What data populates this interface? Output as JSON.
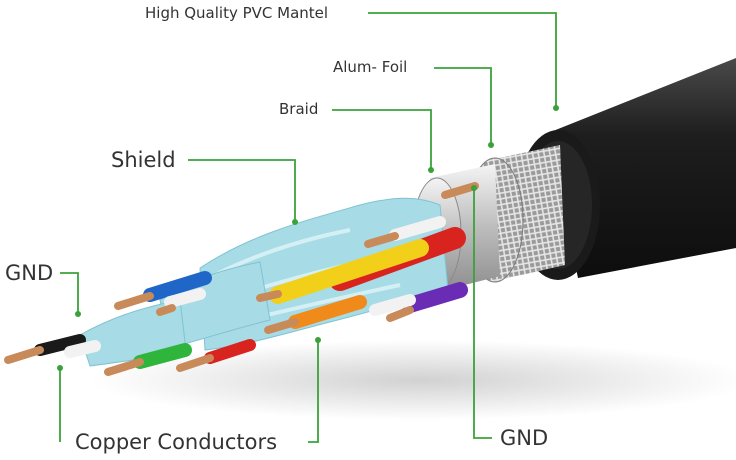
{
  "labels": {
    "pvc_mantel": "High Quality PVC Mantel",
    "alum_foil": "Alum- Foil",
    "braid": "Braid",
    "shield": "Shield",
    "gnd_left": "GND",
    "copper_conductors": "Copper Conductors",
    "gnd_bottom": "GND"
  },
  "colors": {
    "leader_line": "#3aa23a",
    "label_text": "#333333",
    "jacket": "#1e1e1e",
    "braid": "#b9b9b9",
    "foil": "#c8c8c8",
    "shield": "#9fd6e2",
    "copper": "#c98a5a",
    "wire_red": "#d9231f",
    "wire_yellow": "#f2d019",
    "wire_orange": "#f08a1a",
    "wire_blue": "#1f66c8",
    "wire_green": "#2fb53c",
    "wire_purple": "#6a2bb5",
    "wire_black": "#1a1a1a",
    "wire_white": "#f2f2f2"
  }
}
